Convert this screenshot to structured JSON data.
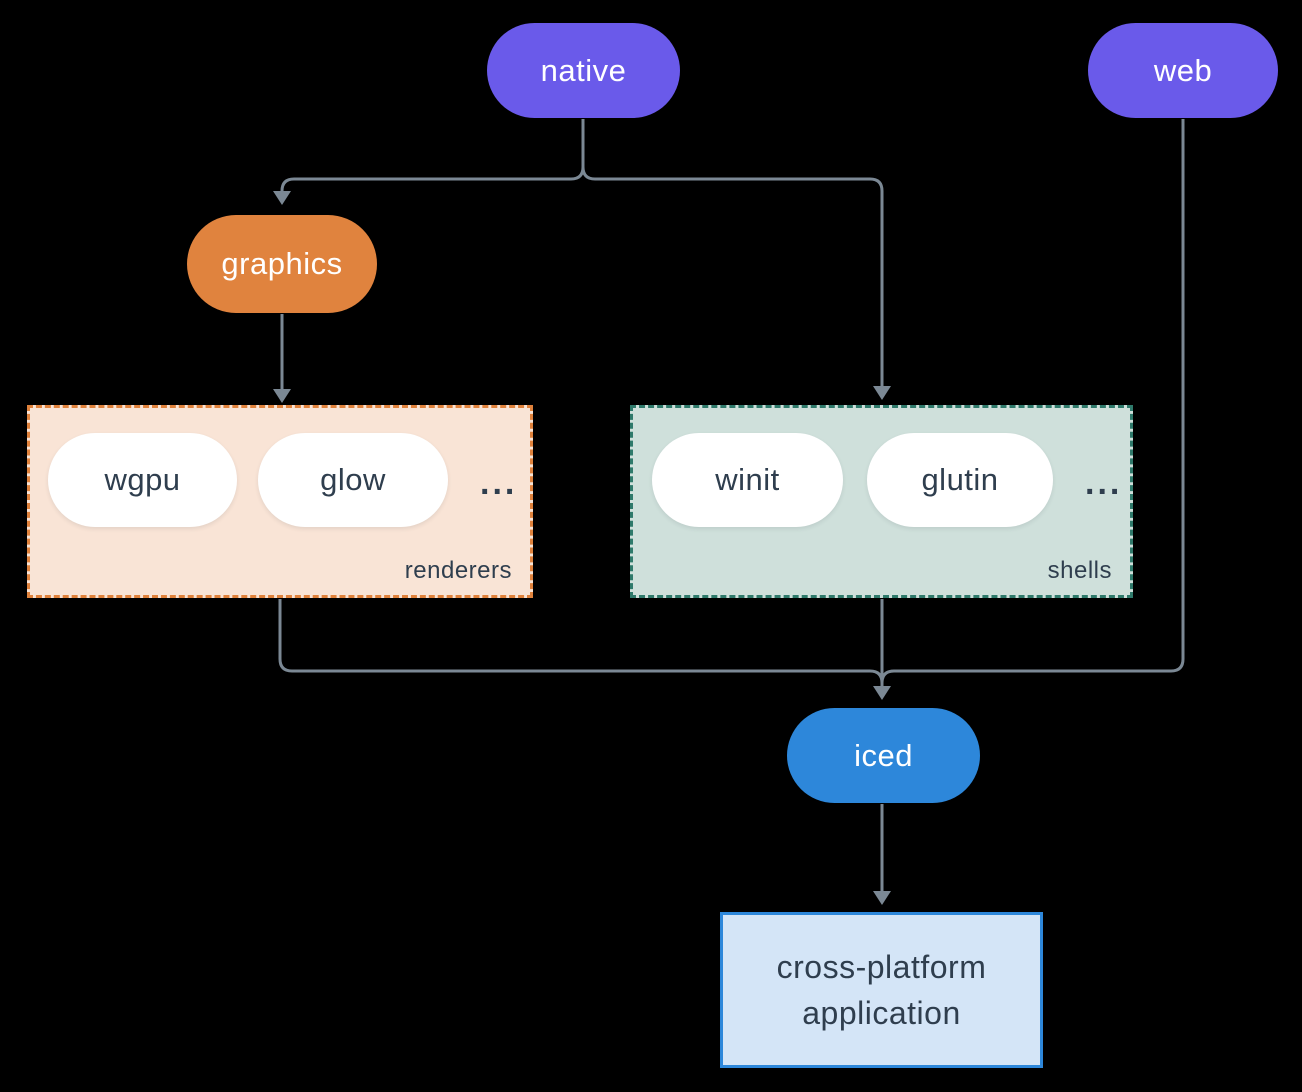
{
  "colors": {
    "background": "#000000",
    "connector": "#7b8894",
    "platform_pill": "#6a5aea",
    "graphics_pill": "#e0833e",
    "iced_pill": "#2d87da",
    "renderers_box_fill": "#f9e4d6",
    "renderers_box_border": "#e0823c",
    "shells_box_fill": "#cfe0db",
    "shells_box_border": "#2f7a6b",
    "app_box_fill": "#d4e5f7",
    "app_box_border": "#2d87da",
    "dark_text": "#2f3e4e",
    "light_text": "#ffffff"
  },
  "nodes": {
    "native": {
      "label": "native"
    },
    "web": {
      "label": "web"
    },
    "graphics": {
      "label": "graphics"
    },
    "iced": {
      "label": "iced"
    },
    "application": {
      "label": "cross-platform application"
    }
  },
  "groups": {
    "renderers": {
      "label": "renderers",
      "ellipsis": "...",
      "items": [
        "wgpu",
        "glow"
      ]
    },
    "shells": {
      "label": "shells",
      "ellipsis": "...",
      "items": [
        "winit",
        "glutin"
      ]
    }
  },
  "edges": [
    {
      "from": "native",
      "to": "graphics"
    },
    {
      "from": "native",
      "to": "shells"
    },
    {
      "from": "graphics",
      "to": "renderers"
    },
    {
      "from": "renderers",
      "to": "iced"
    },
    {
      "from": "shells",
      "to": "iced"
    },
    {
      "from": "web",
      "to": "iced"
    },
    {
      "from": "iced",
      "to": "application"
    }
  ]
}
